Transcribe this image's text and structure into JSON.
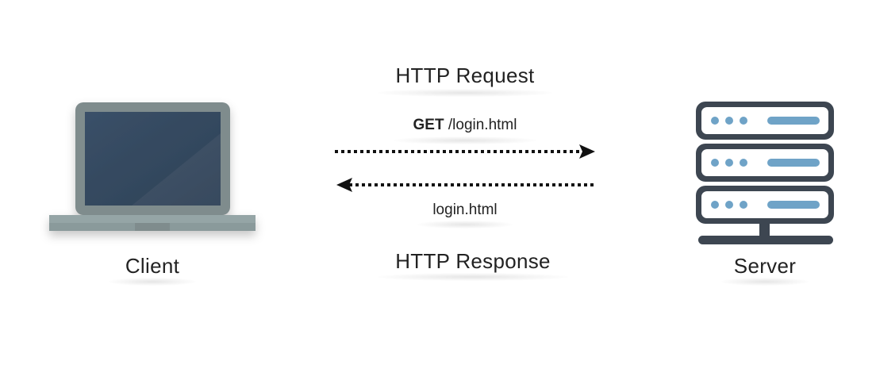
{
  "request": {
    "title": "HTTP Request",
    "method": "GET",
    "path": " /login.html"
  },
  "response": {
    "title": "HTTP Response",
    "body": "login.html"
  },
  "client": {
    "label": "Client",
    "icon": "laptop-icon"
  },
  "server": {
    "label": "Server",
    "icon": "server-rack-icon"
  },
  "colors": {
    "laptop_frame": "#7f8c8d",
    "laptop_screen": "#34495e",
    "laptop_base": "#95a5a6",
    "server_frame": "#3d4651",
    "server_accent": "#6fa3c7",
    "arrow": "#111111"
  }
}
